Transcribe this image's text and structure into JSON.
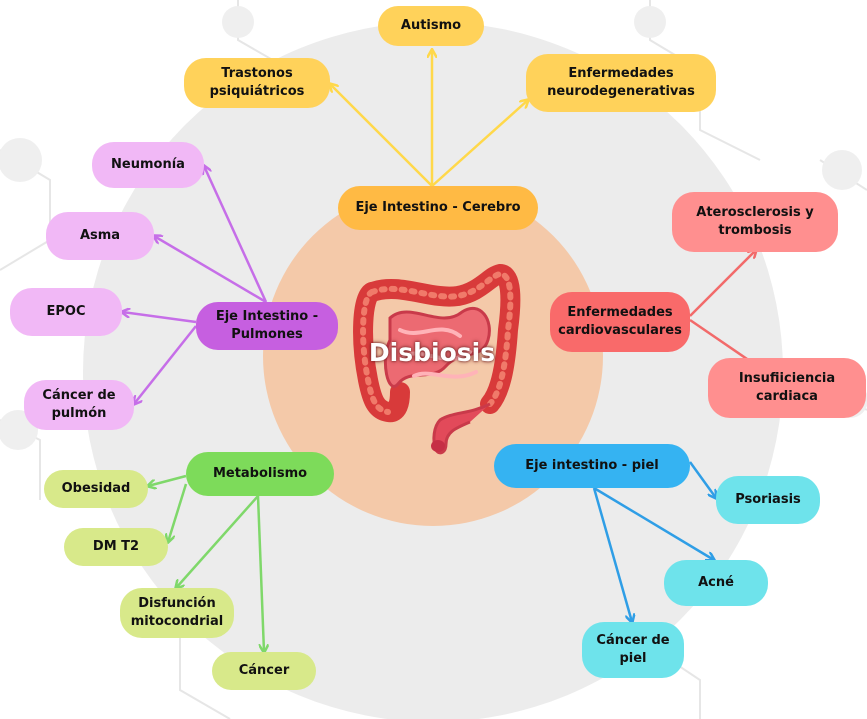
{
  "center": {
    "label": "Disbiosis"
  },
  "colors": {
    "cerebro": "#ffd25a",
    "cerebro_hub": "#ffba44",
    "cerebro_arrow": "#ffd84a",
    "pulmones": "#f1b8f6",
    "pulmones_hub": "#c65fe0",
    "pulmones_arrow": "#c66ee8",
    "cardio": "#ff8f8f",
    "cardio_hub": "#f96a6a",
    "cardio_arrow": "#f26a6a",
    "piel": "#6ee3eb",
    "piel_hub": "#35b3f2",
    "piel_arrow": "#2f9ee6",
    "metabolismo": "#d8e98a",
    "metabolismo_hub": "#7ddb5a",
    "metabolismo_arrow": "#7fd86a",
    "center_circle": "#f4c9a9",
    "outer_circle": "#ebebeb"
  },
  "hubs": {
    "cerebro": "Eje Intestino - Cerebro",
    "pulmones": "Eje Intestino -\nPulmones",
    "cardio": "Enfermedades\ncardiovasculares",
    "piel": "Eje intestino - piel",
    "metabolismo": "Metabolismo"
  },
  "leaves": {
    "autismo": "Autismo",
    "trastornos": "Trastonos\npsiquiátricos",
    "neuro": "Enfermedades\nneurodegenerativas",
    "neumonia": "Neumonía",
    "asma": "Asma",
    "epoc": "EPOC",
    "cancer_pulmon": "Cáncer de\npulmón",
    "aterosclerosis": "Aterosclerosis  y\ntrombosis",
    "insuficiencia": "Insufiiciencia\ncardiaca",
    "psoriasis": "Psoriasis",
    "acne": "Acné",
    "cancer_piel": "Cáncer de\npiel",
    "obesidad": "Obesidad",
    "dmt2": "DM T2",
    "disfuncion": "Disfunción\nmitocondrial",
    "cancer": "Cáncer"
  }
}
